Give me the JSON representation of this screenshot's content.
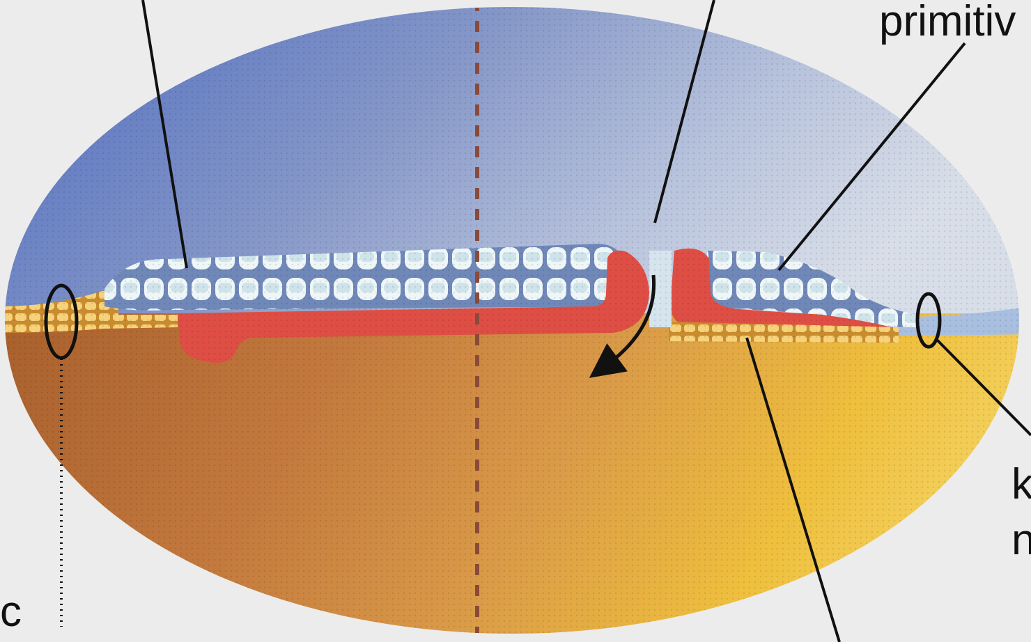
{
  "labels": {
    "primitive_partial": "primitiv",
    "k_partial": "k",
    "n_partial": "n",
    "c_partial": "c"
  },
  "colors": {
    "background": "#ececec",
    "ectoderm_blue": "#5a78c6",
    "sky_light": "#c9d6e8",
    "epiblast_cells": "#e8f2f4",
    "mesoderm_red": "#de4e44",
    "endoderm_yellow": "#f0c050",
    "yolk_brown": "#b56a32",
    "yolk_yellow": "#efbe3c",
    "line_black": "#111111"
  },
  "icons": {
    "migration_arrow": "curved-arrow-down-left-icon"
  }
}
